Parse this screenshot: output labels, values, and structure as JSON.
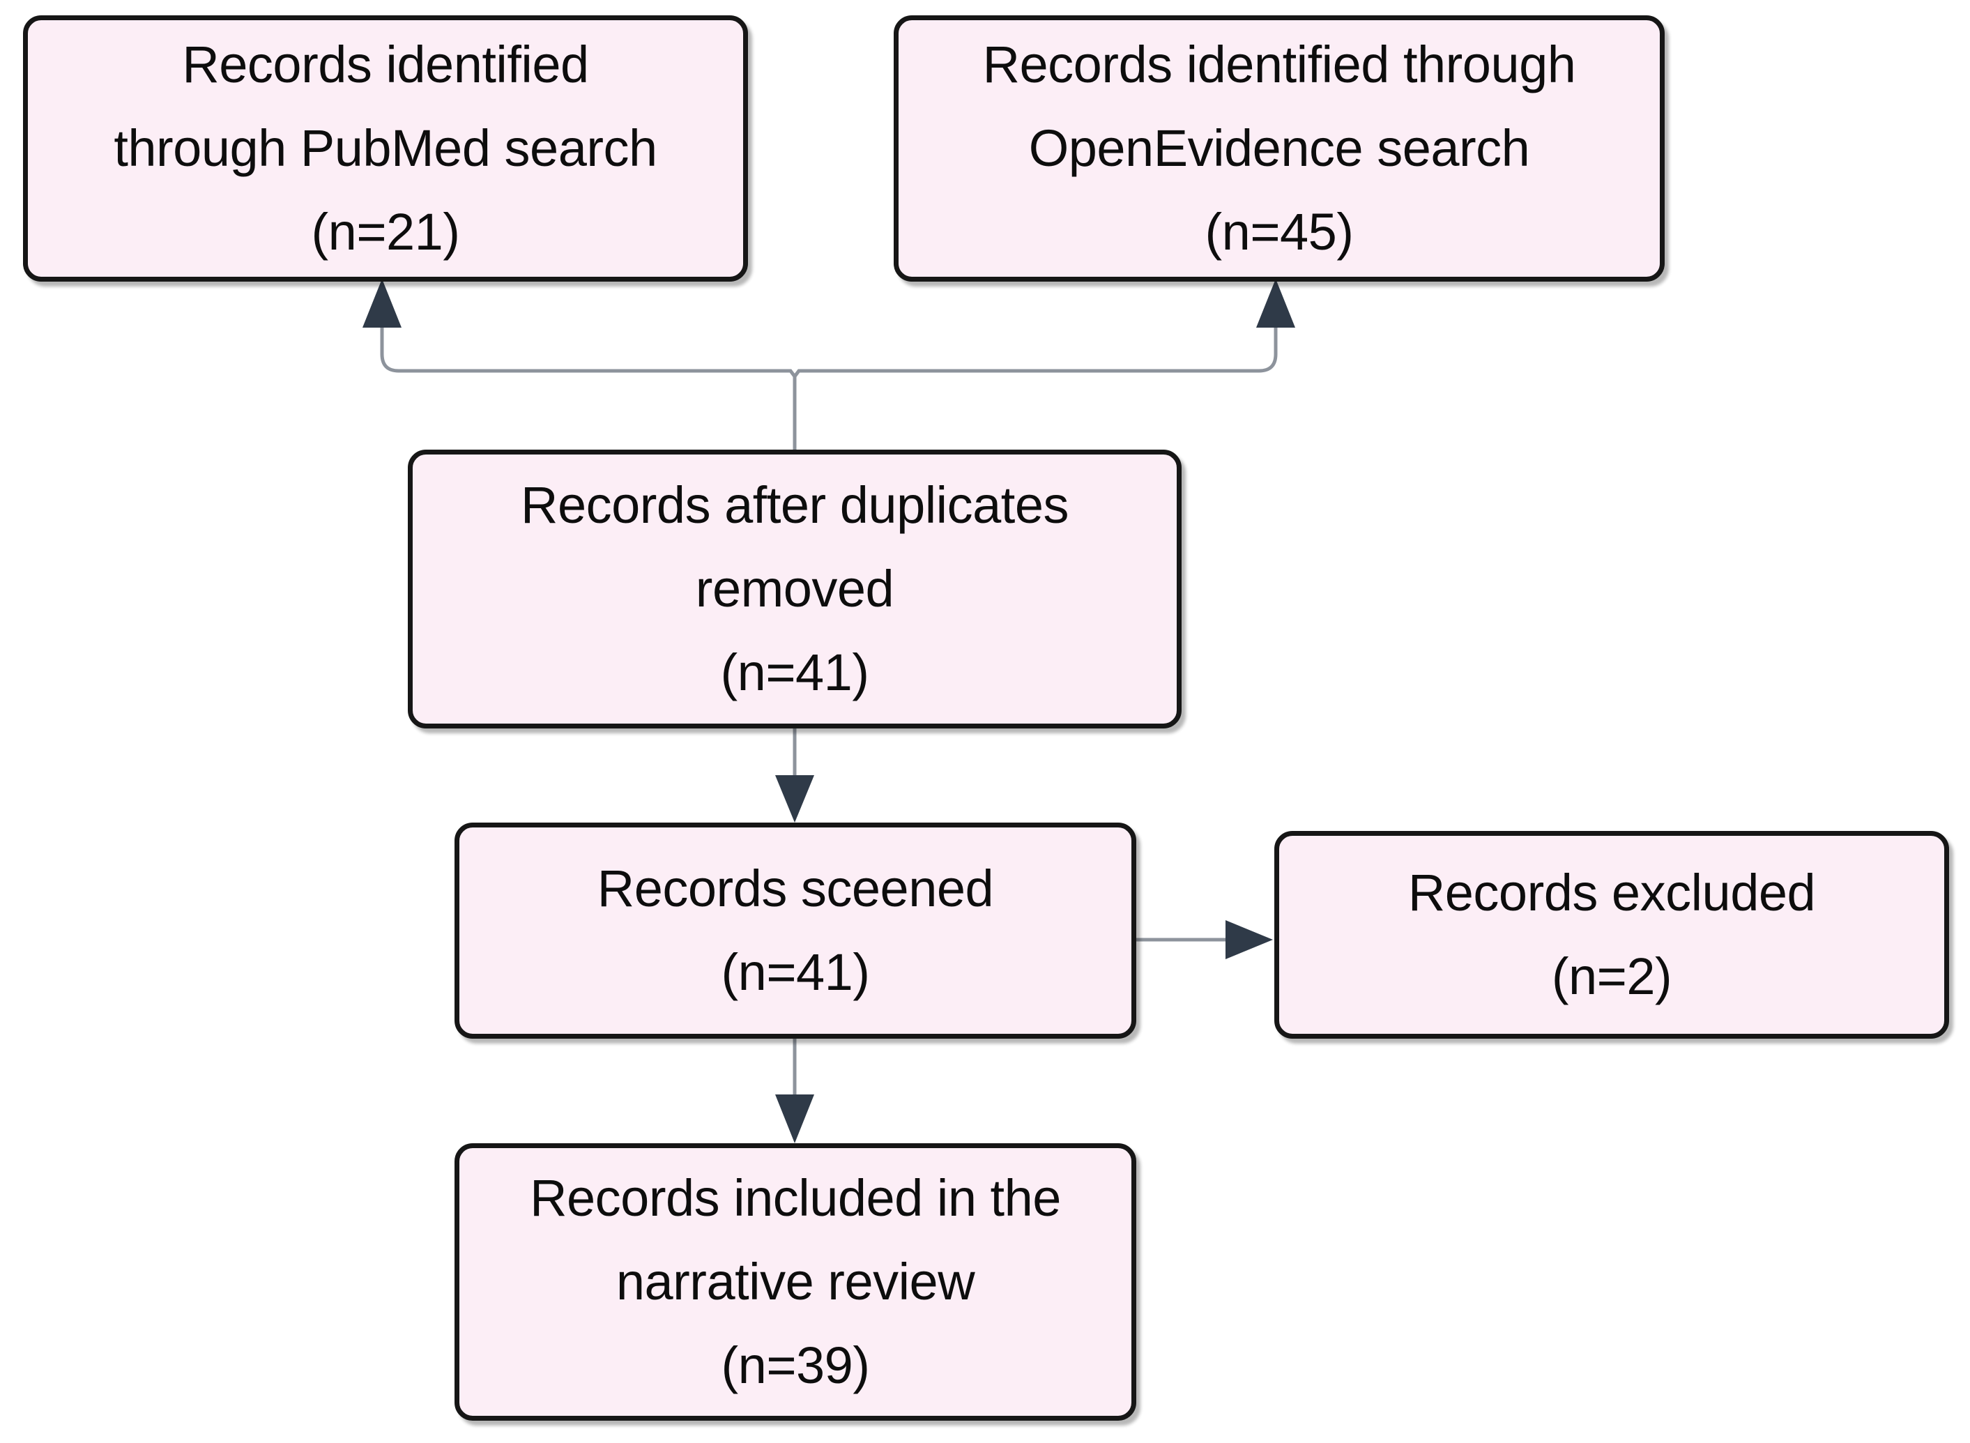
{
  "diagram": {
    "type": "prisma-flow-diagram",
    "colors": {
      "box_fill": "#fceef6",
      "box_border": "#161616",
      "connector_line": "#8d939c",
      "arrow_head": "#2f3a48",
      "text": "#0d0d0d",
      "background": "#ffffff"
    },
    "boxes": [
      {
        "id": "pubmed-search",
        "lines": [
          "Records identified",
          "through PubMed search",
          "(n=21)"
        ],
        "count_label": "(n=21)",
        "count": 21
      },
      {
        "id": "openevidence-search",
        "lines": [
          "Records identified through",
          "OpenEvidence search",
          "(n=45)"
        ],
        "count_label": "(n=45)",
        "count": 45
      },
      {
        "id": "duplicates-removed",
        "lines": [
          "Records after duplicates",
          "removed",
          "(n=41)"
        ],
        "count_label": "(n=41)",
        "count": 41
      },
      {
        "id": "records-screened",
        "lines": [
          "Records sceened",
          "(n=41)"
        ],
        "count_label": "(n=41)",
        "count": 41
      },
      {
        "id": "records-excluded",
        "lines": [
          "Records excluded",
          "(n=2)"
        ],
        "count_label": "(n=2)",
        "count": 2
      },
      {
        "id": "records-included",
        "lines": [
          "Records included in the",
          "narrative review",
          "(n=39)"
        ],
        "count_label": "(n=39)",
        "count": 39
      }
    ],
    "connectors": [
      {
        "id": "sources-to-duplicates",
        "from": "duplicates-removed",
        "to": [
          "pubmed-search",
          "openevidence-search"
        ],
        "style": "split-up-arrows"
      },
      {
        "id": "duplicates-to-screened",
        "from": "duplicates-removed",
        "to": "records-screened",
        "style": "down-arrow"
      },
      {
        "id": "screened-to-excluded",
        "from": "records-screened",
        "to": "records-excluded",
        "style": "right-arrow"
      },
      {
        "id": "screened-to-included",
        "from": "records-screened",
        "to": "records-included",
        "style": "down-arrow"
      }
    ]
  }
}
